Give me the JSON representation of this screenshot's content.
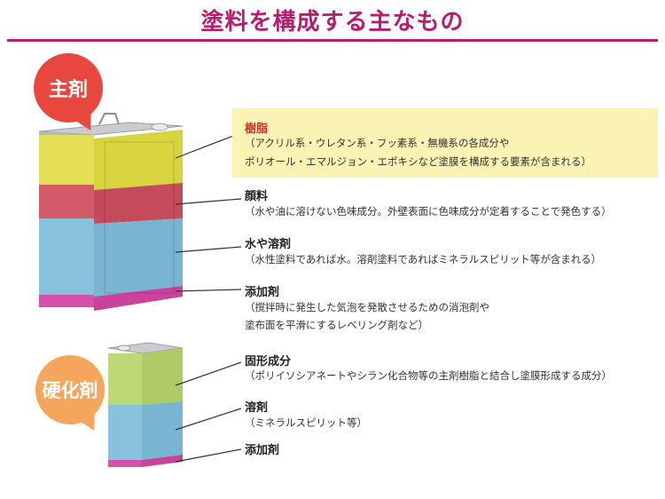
{
  "title": "塗料を構成する主なもの",
  "badges": {
    "main": "主剤",
    "hardener": "硬化剤"
  },
  "main_components": [
    {
      "label": "樹脂",
      "desc_lines": [
        "（アクリル系・ウレタン系・フッ素系・無機系の各成分や",
        "ポリオール・エマルジョン・エポキシなど塗膜を構成する要素が含まれる）"
      ]
    },
    {
      "label": "顔料",
      "desc_lines": [
        "（水や油に溶けない色味成分。外壁表面に色味成分が定着することで発色する）"
      ]
    },
    {
      "label": "水や溶剤",
      "desc_lines": [
        "（水性塗料であれば水。溶剤塗料であればミネラルスピリット等が含まれる）"
      ]
    },
    {
      "label": "添加剤",
      "desc_lines": [
        "（撹拌時に発生した気泡を発散させるための消泡剤や",
        "塗布面を平滑にするレベリング剤など）"
      ]
    }
  ],
  "hardener_components": [
    {
      "label": "固形成分",
      "desc_lines": [
        "（ポリイソシアネートやシラン化合物等の主剤樹脂と結合し塗膜形成する成分）"
      ]
    },
    {
      "label": "溶剤",
      "desc_lines": [
        "（ミネラルスピリット等）"
      ]
    },
    {
      "label": "添加剤",
      "desc_lines": []
    }
  ],
  "colors": {
    "accent": "#b41e6e",
    "badge_main": "#e8473d",
    "badge_hardener": "#f5a55c",
    "resin_highlight": "#faf3b4",
    "layer_resin": "#e3e056",
    "layer_pigment": "#d35a68",
    "layer_solvent": "#86c2dc",
    "layer_additive": "#d64fa8",
    "layer_hard_solid": "#bcd877"
  }
}
